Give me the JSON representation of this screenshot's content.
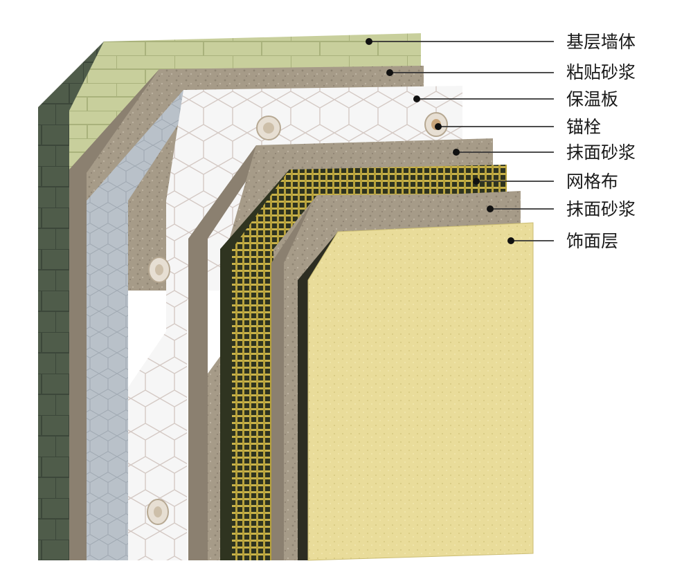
{
  "labels": [
    {
      "id": "base-wall",
      "text": "基层墙体"
    },
    {
      "id": "adhesive-mortar",
      "text": "粘贴砂浆"
    },
    {
      "id": "insulation-board",
      "text": "保温板"
    },
    {
      "id": "anchor",
      "text": "锚栓"
    },
    {
      "id": "plaster-mortar-1",
      "text": "抹面砂浆"
    },
    {
      "id": "mesh-cloth",
      "text": "网格布"
    },
    {
      "id": "plaster-mortar-2",
      "text": "抹面砂浆"
    },
    {
      "id": "finish-layer",
      "text": "饰面层"
    }
  ],
  "colors": {
    "brick_face": "#c8cf9c",
    "brick_dark": "#4f5c4a",
    "brick_line": "#a9b27c",
    "mortar": "#a69b88",
    "mortar_dark": "#8b8070",
    "insulation": "#f6f6f6",
    "insulation_edge": "#b9c1c9",
    "hex_line": "#d4c9c4",
    "mesh": "#c9b34a",
    "mesh_bg": "#2f3420",
    "finish": "#e9dc9a",
    "finish_edge": "#cbbd73",
    "leader": "#333333",
    "dot": "#111111"
  }
}
